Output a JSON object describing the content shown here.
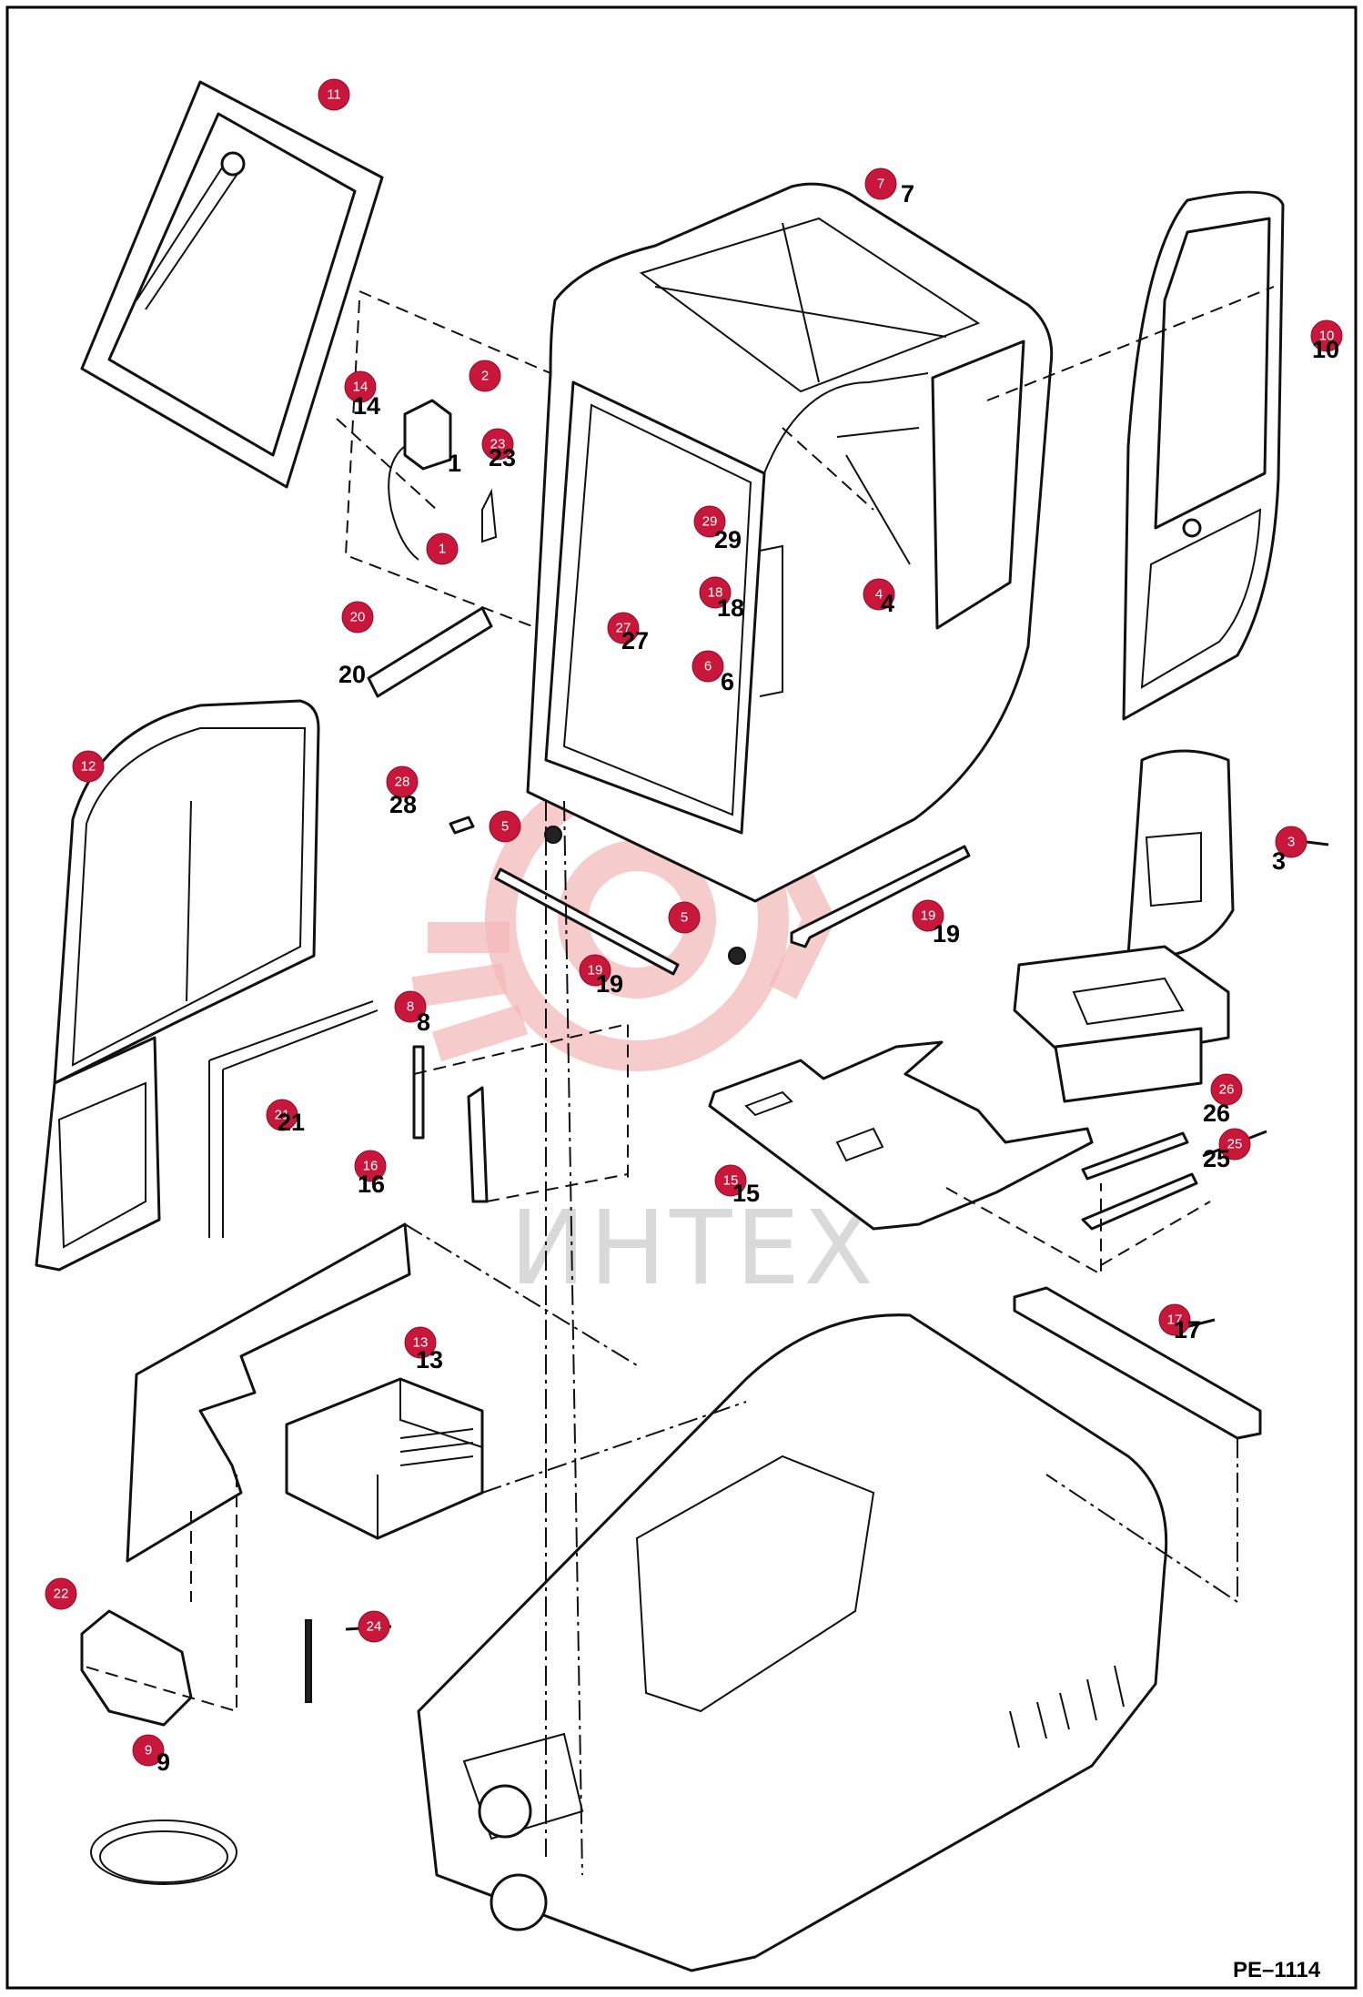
{
  "drawing_code": "PE–1114",
  "watermark": "ИНТЕХ",
  "accent_color": "#c9173b",
  "callouts": [
    {
      "n": "1"
    },
    {
      "n": "2"
    },
    {
      "n": "3"
    },
    {
      "n": "4"
    },
    {
      "n": "5"
    },
    {
      "n": "5"
    },
    {
      "n": "6"
    },
    {
      "n": "7"
    },
    {
      "n": "8"
    },
    {
      "n": "9"
    },
    {
      "n": "10"
    },
    {
      "n": "11"
    },
    {
      "n": "12"
    },
    {
      "n": "13"
    },
    {
      "n": "14"
    },
    {
      "n": "15"
    },
    {
      "n": "16"
    },
    {
      "n": "17"
    },
    {
      "n": "18"
    },
    {
      "n": "19"
    },
    {
      "n": "19"
    },
    {
      "n": "20"
    },
    {
      "n": "21"
    },
    {
      "n": "22"
    },
    {
      "n": "23"
    },
    {
      "n": "24"
    },
    {
      "n": "25"
    },
    {
      "n": "26"
    },
    {
      "n": "27"
    },
    {
      "n": "28"
    },
    {
      "n": "29"
    }
  ],
  "printed_numbers": [
    "7",
    "10",
    "14",
    "1",
    "23",
    "29",
    "4",
    "18",
    "27",
    "6",
    "20",
    "28",
    "3",
    "19",
    "19",
    "8",
    "21",
    "16",
    "13",
    "15",
    "26",
    "25",
    "17",
    "9"
  ]
}
